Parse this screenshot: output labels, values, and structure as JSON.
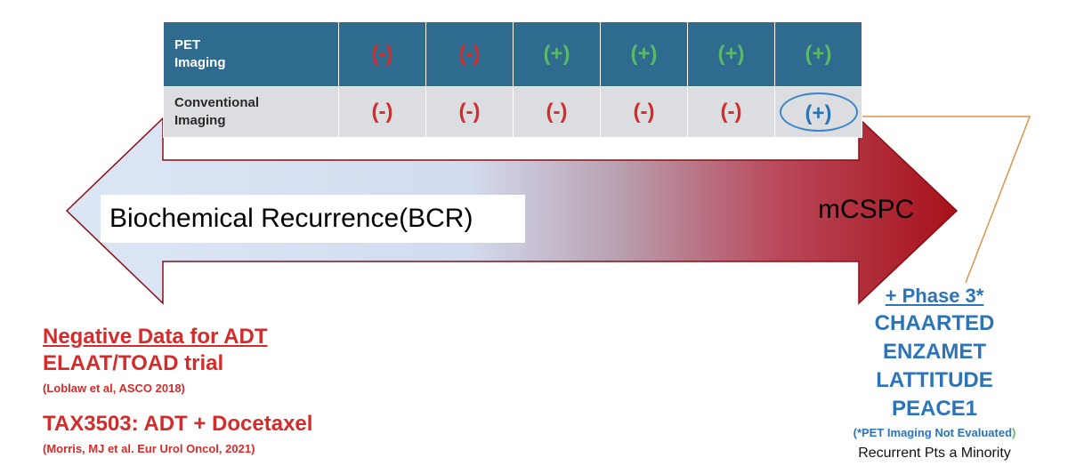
{
  "colors": {
    "pet_row_bg": "#2f6b8e",
    "conv_row_bg": "#dcdde0",
    "negative": "#d42b2b",
    "positive_green": "#59b96a",
    "positive_blue": "#2d73b8",
    "arrow_left": "#dbe6f5",
    "arrow_right": "#a7111a",
    "connector_line": "#e0934a"
  },
  "table": {
    "pet": {
      "label_line1": "PET",
      "label_line2": "Imaging",
      "cells": [
        "(-)",
        "(-)",
        "(+)",
        "(+)",
        "(+)",
        "(+)"
      ]
    },
    "conventional": {
      "label_line1": "Conventional",
      "label_line2": "Imaging",
      "cells": [
        "(-)",
        "(-)",
        "(-)",
        "(-)",
        "(-)",
        "(+)"
      ]
    }
  },
  "arrow": {
    "left_label": "Biochemical Recurrence(BCR)",
    "right_label": "mCSPC"
  },
  "left_notes": {
    "heading": "Negative Data for ADT",
    "trial1": "ELAAT/TOAD trial",
    "trial1_ref": "(Loblaw et al, ASCO 2018)",
    "trial2": "TAX3503: ADT + Docetaxel",
    "trial2_ref": "(Morris, MJ et al. Eur Urol Oncol, 2021)"
  },
  "right_notes": {
    "heading": "+ Phase 3*",
    "trials": [
      "CHAARTED",
      "ENZAMET",
      "LATTITUDE",
      "PEACE1"
    ],
    "footnote_open": "(",
    "footnote_text": "*PET Imaging Not Evaluated",
    "footnote_close": ")",
    "minority": "Recurrent Pts a Minority"
  }
}
